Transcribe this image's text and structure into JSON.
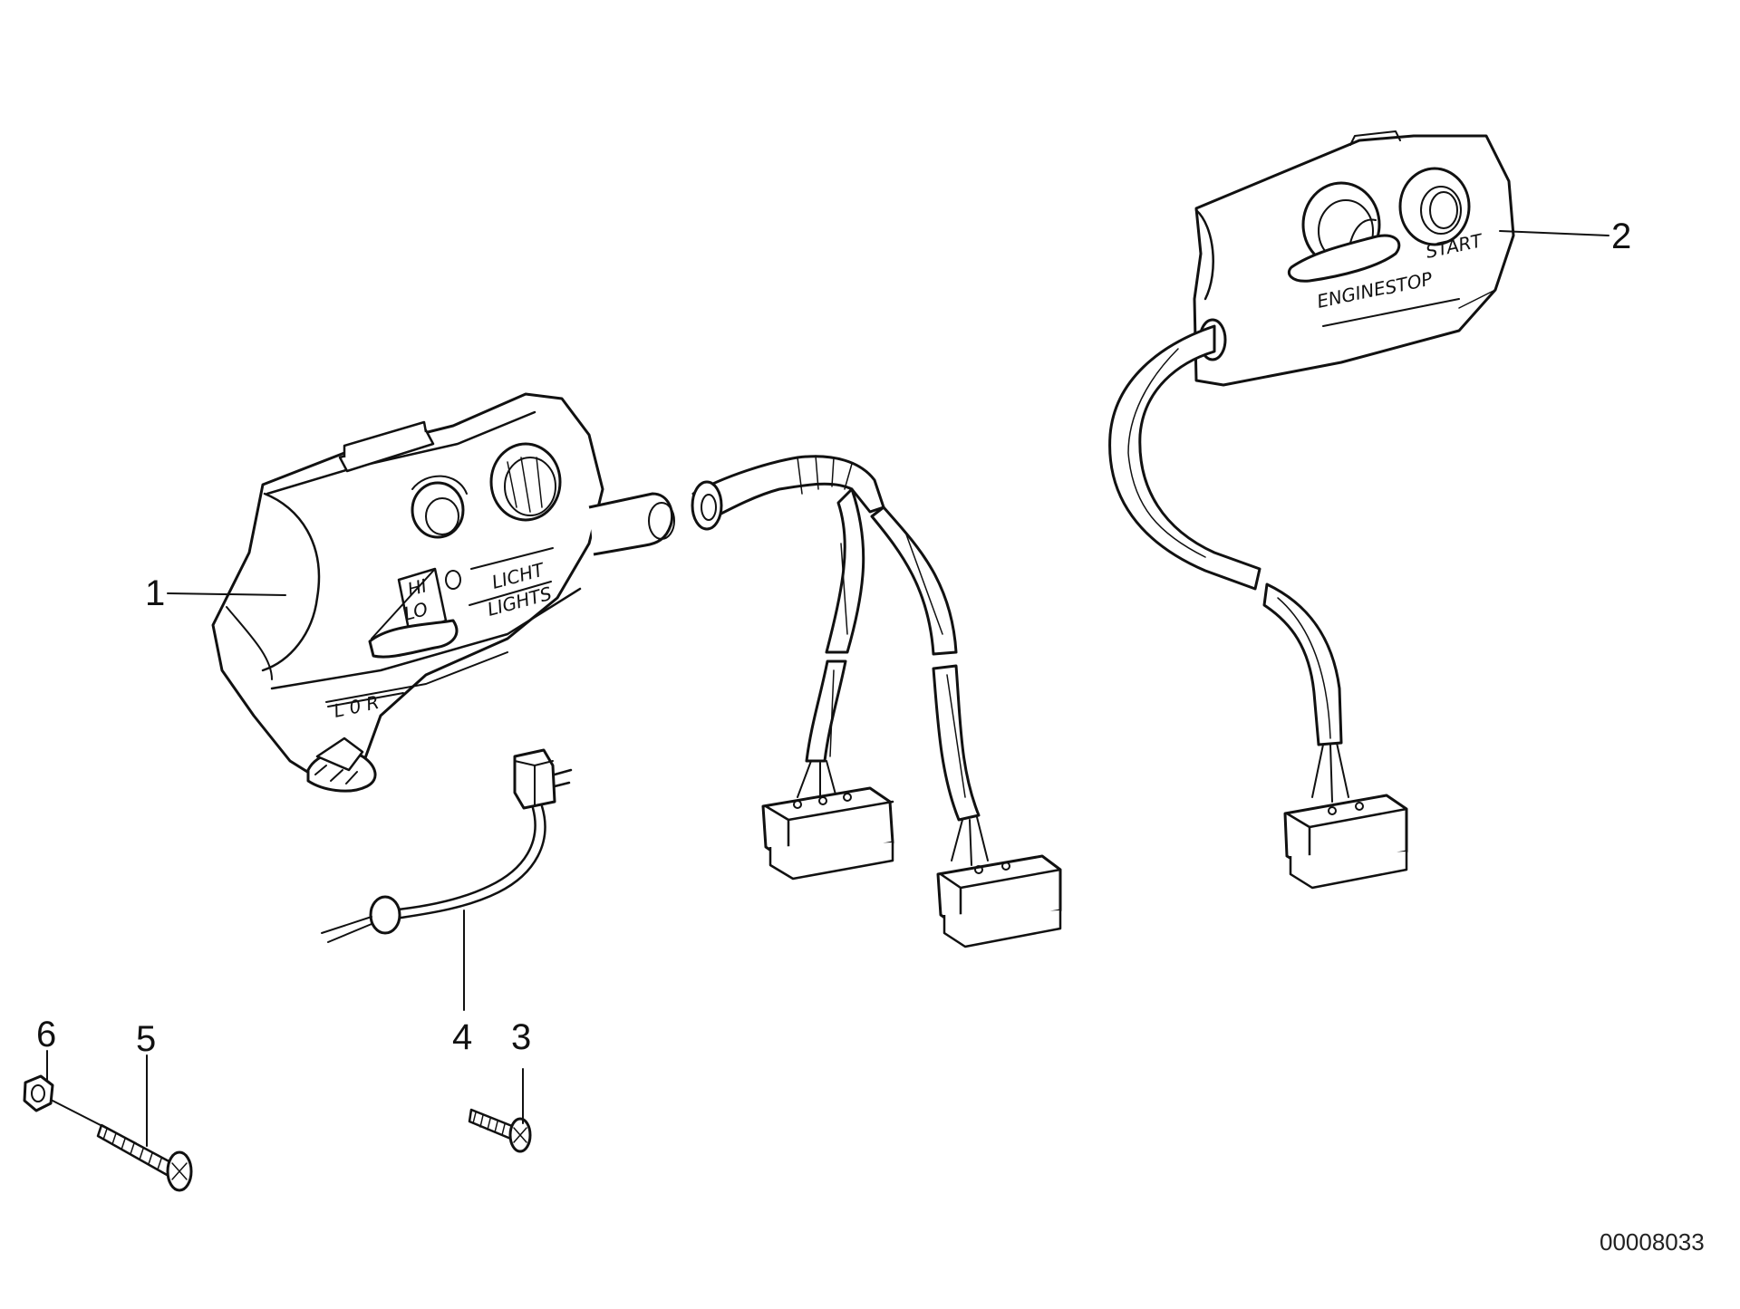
{
  "diagram": {
    "reference_number": "00008033",
    "callouts": [
      {
        "id": "1",
        "label": "1"
      },
      {
        "id": "2",
        "label": "2"
      },
      {
        "id": "3",
        "label": "3"
      },
      {
        "id": "4",
        "label": "4"
      },
      {
        "id": "5",
        "label": "5"
      },
      {
        "id": "6",
        "label": "6"
      }
    ],
    "left_switch_labels": {
      "hi": "HI",
      "lo": "LO",
      "licht": "LICHT",
      "lights": "LIGHTS",
      "turn": "L 0 R"
    },
    "right_switch_labels": {
      "engine": "ENGINE",
      "stop": "STOP",
      "start": "START"
    }
  }
}
